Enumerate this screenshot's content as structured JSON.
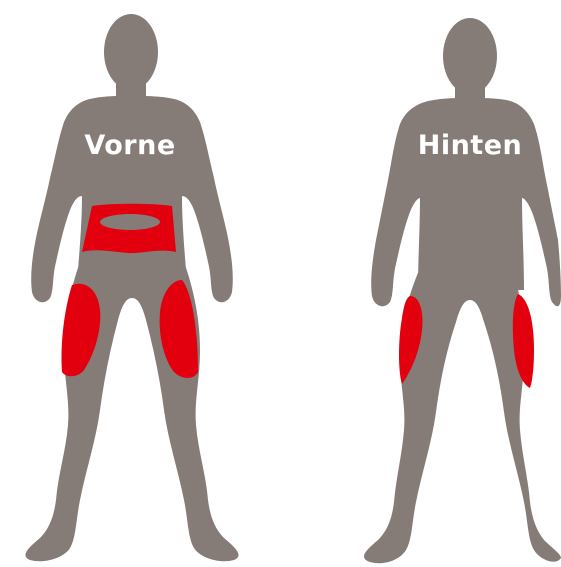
{
  "views": {
    "front": {
      "label": "Vorne"
    },
    "back": {
      "label": "Hinten"
    }
  },
  "colors": {
    "body": "#857c77",
    "highlight": "#e2000f",
    "label": "#ffffff",
    "background": "#ffffff"
  },
  "highlighted_regions": {
    "front": [
      "hip-belt-region",
      "left-thigh-front",
      "right-thigh-front"
    ],
    "back": [
      "left-thigh-back",
      "right-thigh-back"
    ]
  }
}
